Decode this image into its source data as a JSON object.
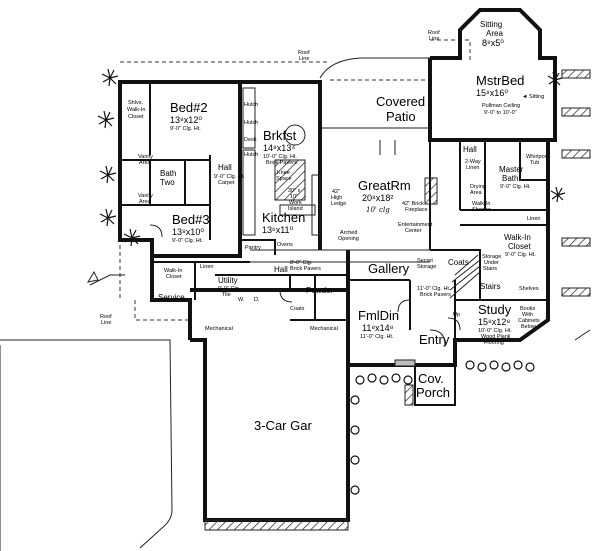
{
  "rooms": {
    "sitting": {
      "name": "Sitting",
      "name2": "Area",
      "dim": "8⁸x5⁰"
    },
    "mstrbed": {
      "name": "MstrBed",
      "dim": "15⁸x16⁰",
      "note1": "Pullman Ceiling",
      "note2": "9'-0\" to 10'-0\"",
      "sitting": "◄ Sitting"
    },
    "covered_patio": {
      "name": "Covered",
      "name2": "Patio"
    },
    "bed2": {
      "name": "Bed#2",
      "dim": "13⁸x12⁰",
      "note": "9'-0\" Clg. Ht."
    },
    "shlvs_closet": {
      "a": "Shlvs.",
      "b": "Walk-In",
      "c": "Closet"
    },
    "brkfst": {
      "name": "Brkfst",
      "dim": "14⁸x13⁴",
      "note1": "10'-0\" Clg. Ht.",
      "note2": "Brick Pavers"
    },
    "hall_top": {
      "name": "Hall",
      "note": "9'-0\" Clg. Ht.",
      "note2": "Carpet"
    },
    "bath_two": {
      "name": "Bath",
      "name2": "Two"
    },
    "vanity1": {
      "a": "Vanity",
      "b": "Area"
    },
    "vanity2": {
      "a": "Vanity",
      "b": "Area"
    },
    "bed3": {
      "name": "Bed#3",
      "dim": "13⁸x10⁰",
      "note": "9'-0\" Clg. Ht."
    },
    "kitchen": {
      "name": "Kitchen",
      "dim": "13⁶x11⁰"
    },
    "pantry": {
      "name": "Pantry"
    },
    "ovens": {
      "name": "Ovens"
    },
    "knee": {
      "a": "Knee",
      "b": "Space"
    },
    "work_island": {
      "a": "30\" x",
      "b": "10'",
      "c": "Work",
      "d": "Island"
    },
    "high_ledge": {
      "a": "42\"",
      "b": "High",
      "c": "Ledge"
    },
    "greatrm": {
      "name": "GreatRm",
      "dim": "20⁸x18²",
      "hand": "10' clg"
    },
    "fireplace": {
      "a": "42\" Brick",
      "b": "Fireplace"
    },
    "ent_center": {
      "a": "Entertainment",
      "b": "Center"
    },
    "arched": {
      "a": "Arched",
      "b": "Opening"
    },
    "hall_master": {
      "name": "Hall"
    },
    "two_way": {
      "a": "2-Way",
      "b": "Linen"
    },
    "master_bath": {
      "name": "Master",
      "name2": "Bath",
      "note": "9'-0\" Clg. Ht."
    },
    "whirlpool": {
      "a": "Whirlpool",
      "b": "Tub"
    },
    "drying": {
      "a": "Drying",
      "b": "Area"
    },
    "shower": {
      "a": "Walk-In",
      "b": "Shower"
    },
    "linen_m": {
      "name": "Linen"
    },
    "walkin_closet": {
      "name": "Walk-In",
      "name2": "Closet",
      "note": "9'-0\" Clg. Ht."
    },
    "shelves": {
      "name": "Shelves"
    },
    "walkin_closet2": {
      "a": "Walk-In",
      "b": "Closet"
    },
    "linen_u": {
      "name": "Linen"
    },
    "utility": {
      "name": "Utility",
      "note1": "9'-0\" Clg.",
      "note2": "Tile"
    },
    "wd": {
      "w": "W.",
      "d": "D."
    },
    "service": {
      "name": "Service"
    },
    "mechanical1": {
      "name": "Mechanical"
    },
    "mechanical2": {
      "name": "Mechanical"
    },
    "hall_mid": {
      "name": "Hall",
      "note1": "8'-0\" Clg.",
      "note2": "Brick Pavers"
    },
    "powder": {
      "name": "Powder"
    },
    "coats_small": {
      "name": "Coats"
    },
    "gallery": {
      "name": "Gallery"
    },
    "secret": {
      "a": "Secret",
      "b": "Storage"
    },
    "coats": {
      "name": "Coats"
    },
    "storage": {
      "a": "Storage",
      "b": "Under",
      "c": "Stairs"
    },
    "stairs": {
      "name": "Stairs"
    },
    "fmldin": {
      "name": "FmlDin",
      "dim": "11⁸x14⁸",
      "note": "11'-0\" Clg. Ht."
    },
    "gallery_note": {
      "a": "11'-0\" Clg. Ht.",
      "b": "Brick Pavers"
    },
    "entry": {
      "name": "Entry"
    },
    "study": {
      "name": "Study",
      "dim": "15⁸x12⁸",
      "note1": "10'-0\" Clg. Ht.",
      "note2": "Wood Plank",
      "note3": "Flooring"
    },
    "books": {
      "a": "Books",
      "b": "With",
      "c": "Cabinets",
      "d": "Below"
    },
    "cov_porch": {
      "name": "Cov.",
      "name2": "Porch"
    },
    "garage": {
      "name": "3-Car Gar"
    },
    "hutch": {
      "a": "Hutch",
      "b": "Hutch",
      "c": "Desk",
      "d": "Hutch"
    },
    "up": {
      "name": "Up"
    }
  },
  "labels": {
    "roof_line_1": {
      "a": "Roof",
      "b": "Line"
    },
    "roof_line_2": {
      "a": "Roof",
      "b": "Line"
    },
    "roof_line_3": {
      "a": "Roof",
      "b": "Line"
    }
  }
}
